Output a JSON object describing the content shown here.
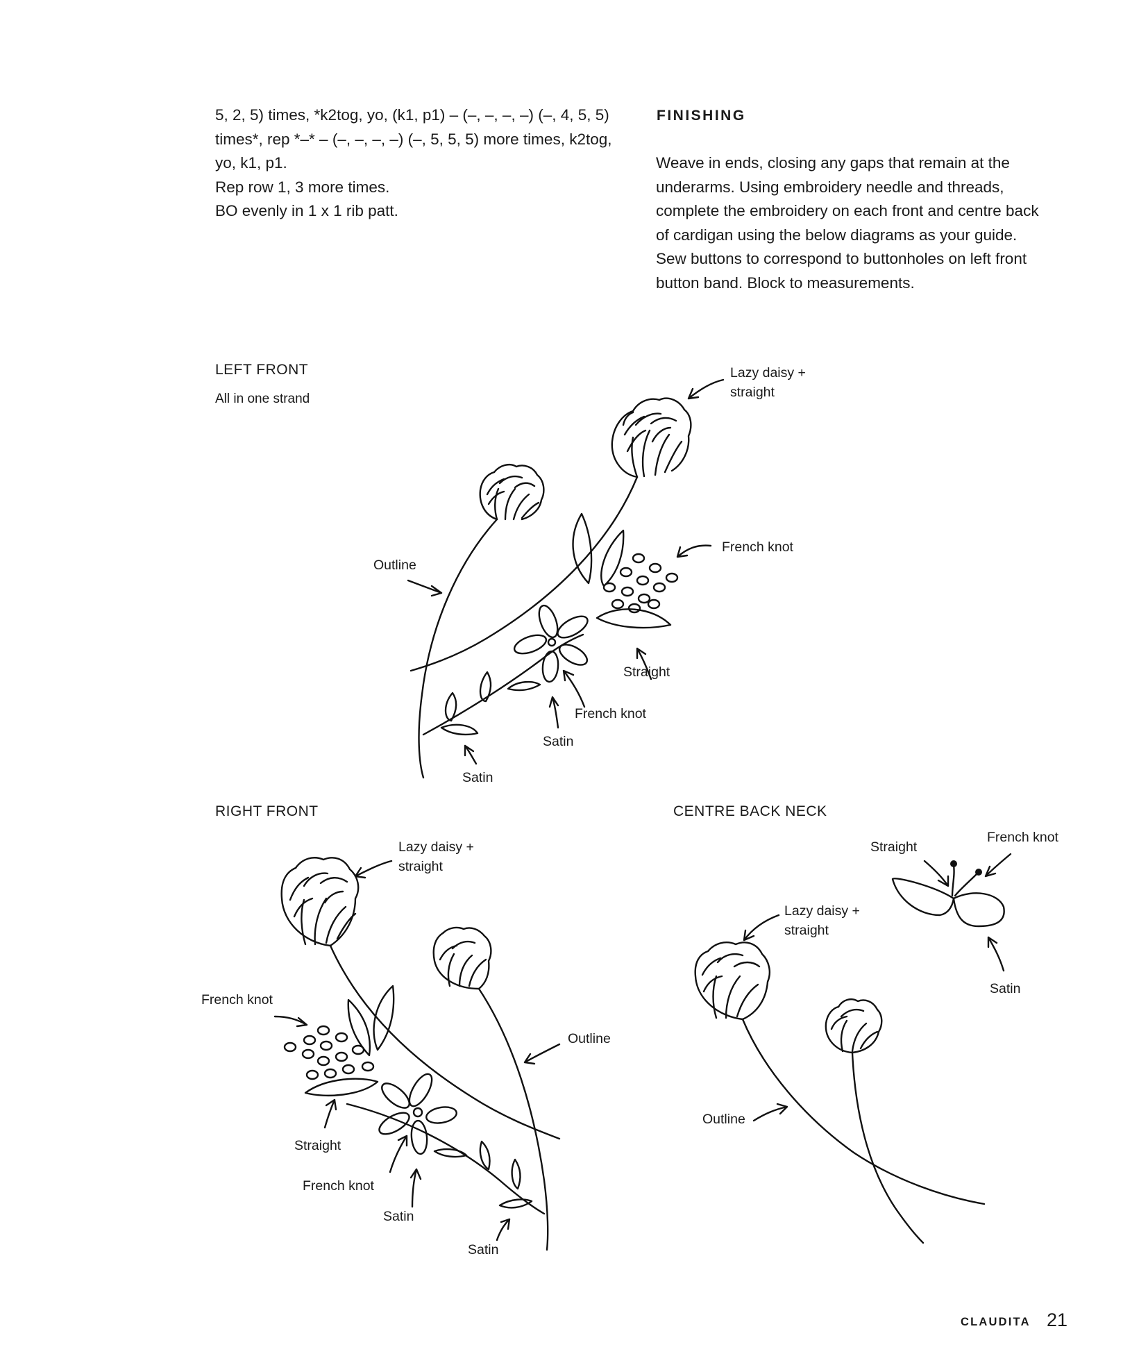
{
  "pattern_text": {
    "lines": [
      "5, 2, 5) times, *k2tog, yo, (k1, p1) – (–, –, –, –) (–, 4, 5, 5)",
      "times*, rep *–* – (–, –, –, –) (–, 5, 5, 5) more times, k2tog,",
      "yo, k1, p1.",
      "Rep row 1, 3 more times.",
      "BO evenly in 1 x 1 rib patt."
    ]
  },
  "finishing": {
    "title": "FINISHING",
    "lines": [
      "Weave in ends, closing any gaps that remain at the",
      "underarms. Using embroidery needle and threads,",
      "complete the embroidery on each front and centre back",
      "of cardigan using the below diagrams as your guide.",
      "Sew buttons to correspond to buttonholes on left front",
      "button band. Block to measurements."
    ]
  },
  "left_front": {
    "title": "LEFT FRONT",
    "note": "All in one strand",
    "labels": {
      "lazy_daisy_1": "Lazy daisy +",
      "lazy_daisy_2": "straight",
      "french_knot_top": "French knot",
      "outline": "Outline",
      "straight": "Straight",
      "french_knot_center": "French knot",
      "satin_center": "Satin",
      "satin_leaf": "Satin"
    }
  },
  "right_front": {
    "title": "RIGHT FRONT",
    "labels": {
      "lazy_daisy_1": "Lazy daisy +",
      "lazy_daisy_2": "straight",
      "french_knot_top": "French knot",
      "outline": "Outline",
      "straight": "Straight",
      "french_knot_center": "French knot",
      "satin_center": "Satin",
      "satin_leaf": "Satin"
    }
  },
  "centre_back": {
    "title": "CENTRE BACK NECK",
    "labels": {
      "straight": "Straight",
      "french_knot": "French knot",
      "lazy_daisy_1": "Lazy daisy +",
      "lazy_daisy_2": "straight",
      "satin": "Satin",
      "outline": "Outline"
    }
  },
  "footer": {
    "pattern_name": "CLAUDITA",
    "page_number": "21"
  }
}
